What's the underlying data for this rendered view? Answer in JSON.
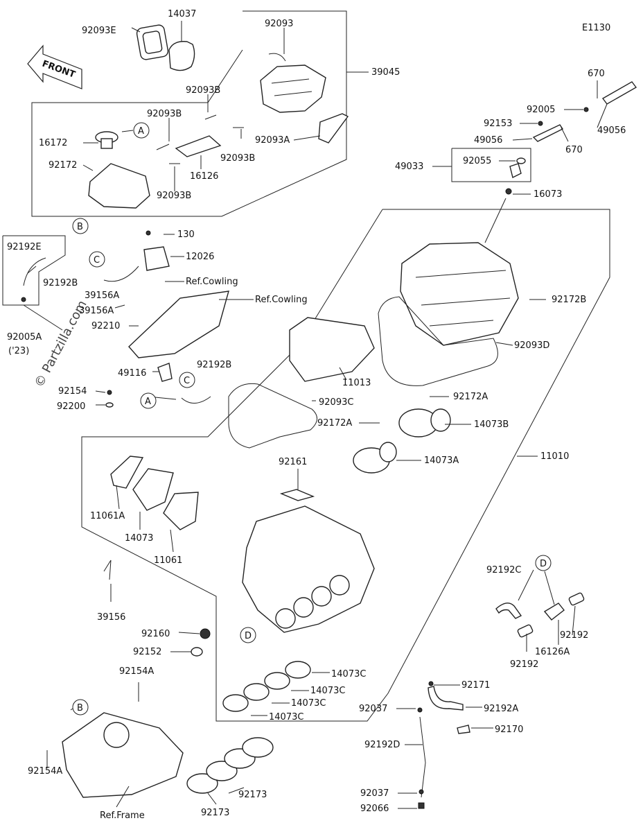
{
  "diagram_code": "E1130",
  "front_label": "FRONT",
  "watermark": "© Partzilla.com",
  "circle_letters": {
    "a": "A",
    "b": "B",
    "c": "C",
    "d": "D"
  },
  "labels": {
    "p92093E": "92093E",
    "p14037": "14037",
    "p92093": "92093",
    "p39045": "39045",
    "p92093B_1": "92093B",
    "p92093B_2": "92093B",
    "p92093B_3": "92093B",
    "p92093B_4": "92093B",
    "p16172": "16172",
    "p92172": "92172",
    "p16126": "16126",
    "p92093A": "92093A",
    "p670_1": "670",
    "p670_2": "670",
    "p92005": "92005",
    "p92153": "92153",
    "p49056_1": "49056",
    "p49056_2": "49056",
    "p49033": "49033",
    "p92055": "92055",
    "p16073": "16073",
    "p130": "130",
    "p12026": "12026",
    "p92192E": "92192E",
    "p92192B_1": "92192B",
    "p92192B_2": "92192B",
    "p39156A_1": "39156A",
    "p39156A_2": "39156A",
    "p92210": "92210",
    "ref_cowling_1": "Ref.Cowling",
    "ref_cowling_2": "Ref.Cowling",
    "p92005A": "92005A",
    "p92005A_year": "('23)",
    "p49116": "49116",
    "p92154": "92154",
    "p92200": "92200",
    "p92172B": "92172B",
    "p92093D": "92093D",
    "p11013": "11013",
    "p92093C": "92093C",
    "p92172A_1": "92172A",
    "p92172A_2": "92172A",
    "p14073B": "14073B",
    "p14073A": "14073A",
    "p92161": "92161",
    "p11010": "11010",
    "p11061A": "11061A",
    "p14073": "14073",
    "p11061": "11061",
    "p39156": "39156",
    "p92192C": "92192C",
    "p92192_1": "92192",
    "p92192_2": "92192",
    "p16126A": "16126A",
    "p92160": "92160",
    "p92152": "92152",
    "p14073C_1": "14073C",
    "p14073C_2": "14073C",
    "p14073C_3": "14073C",
    "p14073C_4": "14073C",
    "p92171": "92171",
    "p92154A_1": "92154A",
    "p92154A_2": "92154A",
    "p92037_1": "92037",
    "p92037_2": "92037",
    "p92192A": "92192A",
    "p92170": "92170",
    "p92192D": "92192D",
    "p92173_1": "92173",
    "p92173_2": "92173",
    "p92066": "92066",
    "ref_frame": "Ref.Frame"
  }
}
